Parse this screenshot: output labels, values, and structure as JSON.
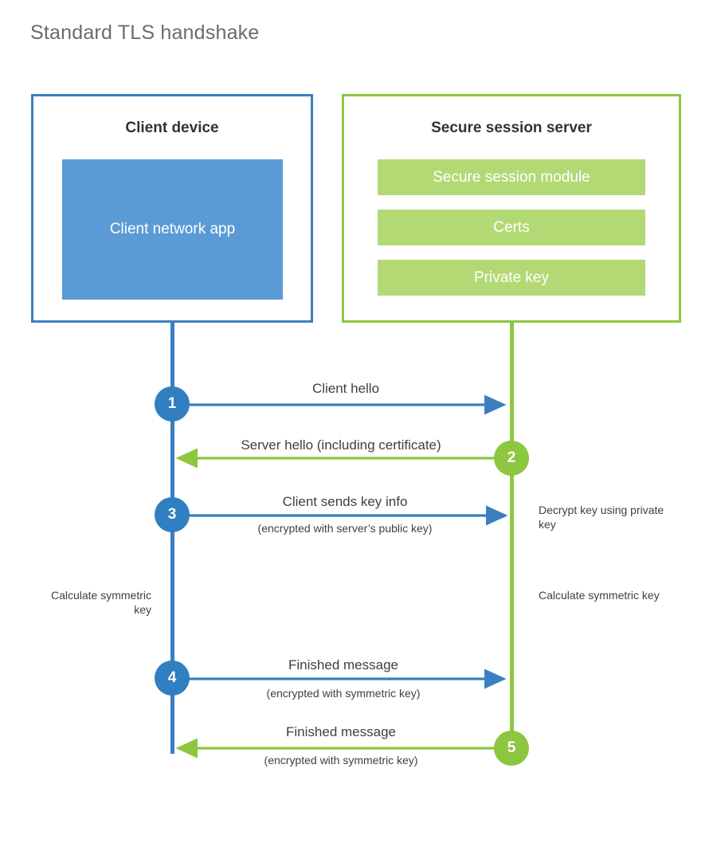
{
  "page": {
    "title": "Standard TLS handshake"
  },
  "colors": {
    "client_border": "#3b7fc0",
    "client_fill": "#5b9bd5",
    "server_border": "#8dc63f",
    "server_fill": "#b3d974",
    "client_accent": "#2f7fc1",
    "server_accent": "#8dc63f",
    "text": "#3f3f3f",
    "title_text": "#6b6b6b"
  },
  "client": {
    "title": "Client device",
    "app_label": "Client network app"
  },
  "server": {
    "title": "Secure session server",
    "components": [
      {
        "label": "Secure session module"
      },
      {
        "label": "Certs"
      },
      {
        "label": "Private key"
      }
    ]
  },
  "steps": [
    {
      "number": "1",
      "label": "Client hello",
      "sub": "",
      "direction": "client-to-server",
      "color": "blue"
    },
    {
      "number": "2",
      "label": "Server hello (including certificate)",
      "sub": "",
      "direction": "server-to-client",
      "color": "green"
    },
    {
      "number": "3",
      "label": "Client sends key info",
      "sub": "(encrypted with server’s public key)",
      "direction": "client-to-server",
      "color": "blue"
    },
    {
      "number": "4",
      "label": "Finished message",
      "sub": "(encrypted with symmetric key)",
      "direction": "client-to-server",
      "color": "blue"
    },
    {
      "number": "5",
      "label": "Finished message",
      "sub": "(encrypted with symmetric key)",
      "direction": "server-to-client",
      "color": "green"
    }
  ],
  "notes": {
    "decrypt_key": "Decrypt key using private key",
    "calculate_symmetric_key_client": "Calculate symmetric key",
    "calculate_symmetric_key_server": "Calculate symmetric key"
  }
}
